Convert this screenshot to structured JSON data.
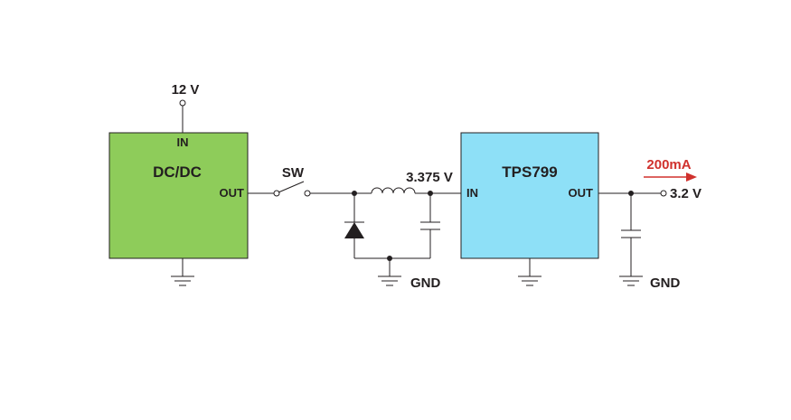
{
  "labels": {
    "input_voltage": "12 V",
    "switch": "SW",
    "mid_voltage": "3.375 V",
    "load_current": "200mA",
    "output_voltage": "3.2 V",
    "gnd_middle": "GND",
    "gnd_right": "GND"
  },
  "blocks": {
    "dcdc": {
      "name": "DC/DC",
      "pin_in": "IN",
      "pin_out": "OUT",
      "color": "#8ecc5a"
    },
    "ldo": {
      "name": "TPS799",
      "pin_in": "IN",
      "pin_out": "OUT",
      "color": "#8ee0f7"
    }
  },
  "colors": {
    "current_arrow": "#d0312d",
    "wire": "#231f20"
  }
}
